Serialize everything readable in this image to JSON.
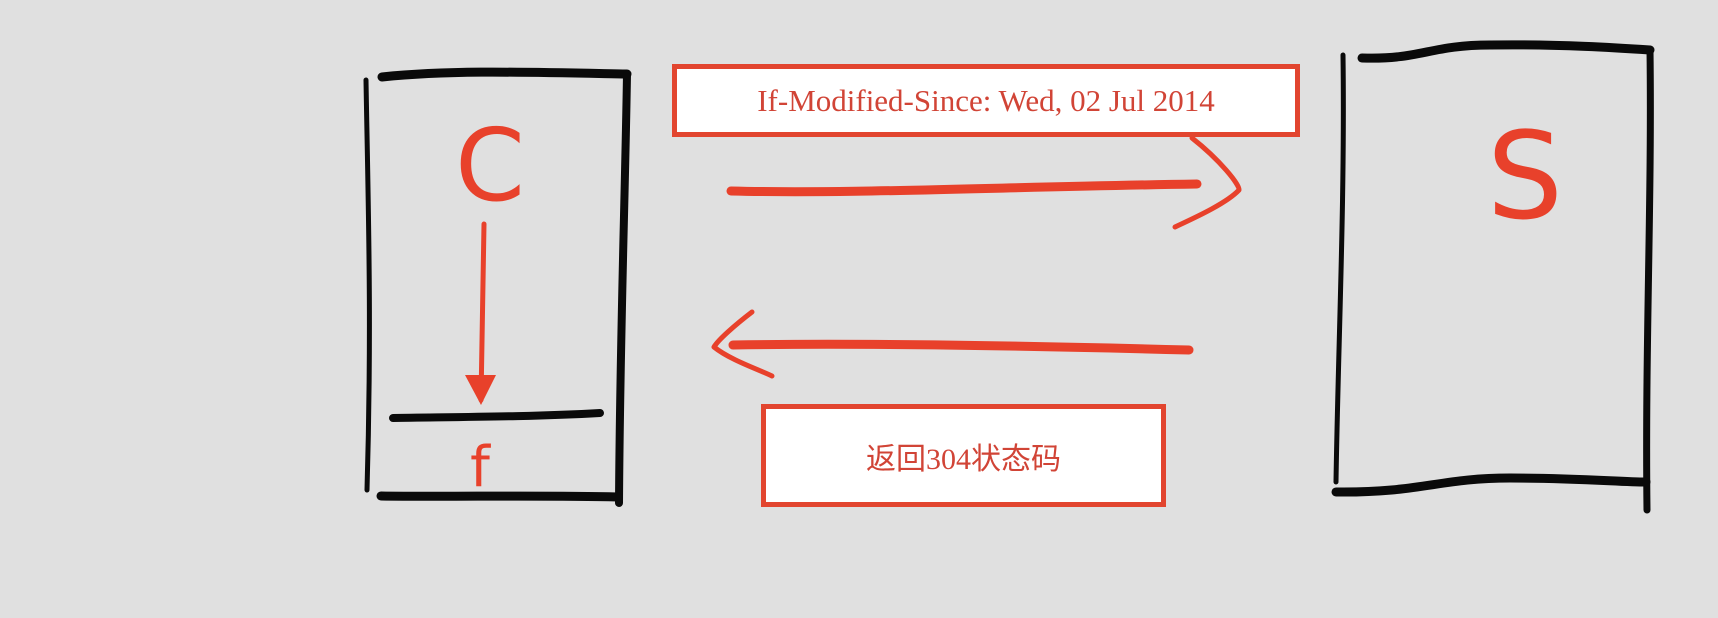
{
  "client": {
    "label": "C",
    "cache_label": "f"
  },
  "server": {
    "label": "S"
  },
  "request": {
    "header_text": "If-Modified-Since: Wed, 02 Jul 2014"
  },
  "response": {
    "status_text": "返回304状态码"
  },
  "colors": {
    "background": "#e0e0e0",
    "accent": "#e8412b",
    "ink": "#0a0a0a",
    "label_text": "#d14436"
  }
}
